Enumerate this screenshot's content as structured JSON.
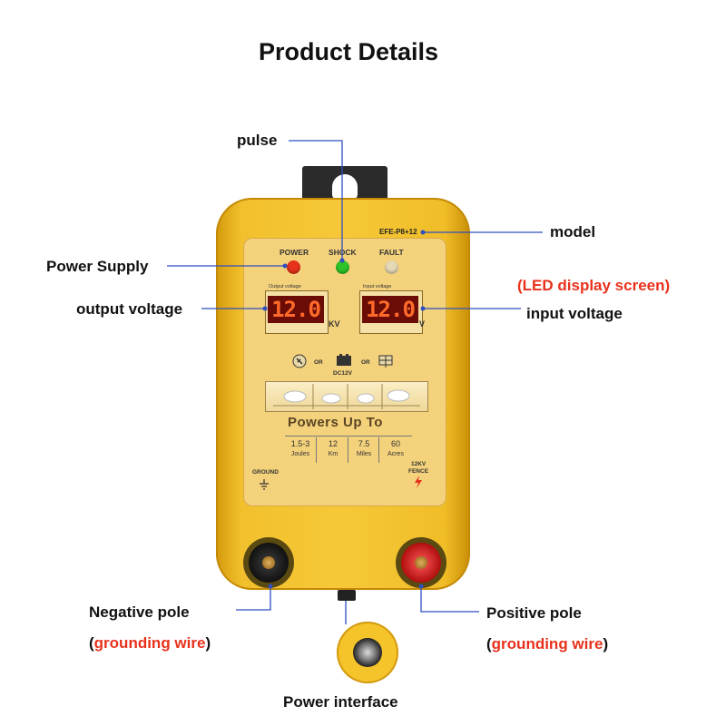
{
  "title": "Product Details",
  "callouts": {
    "pulse": "pulse",
    "model": "model",
    "power_supply": "Power Supply",
    "output_voltage": "output voltage",
    "led_display": "(LED display screen)",
    "input_voltage": "input voltage",
    "negative_pole": "Negative pole",
    "negative_sub_open": "(",
    "negative_sub": "grounding wire",
    "negative_sub_close": ")",
    "positive_pole": "Positive pole",
    "positive_sub_open": "(",
    "positive_sub": "grounding wire",
    "positive_sub_close": ")",
    "power_interface": "Power interface"
  },
  "device": {
    "model_label": "EFE-P8+12",
    "leds": [
      {
        "label": "POWER",
        "color": "#e8321c"
      },
      {
        "label": "SHOCK",
        "color": "#2fc42a"
      },
      {
        "label": "FAULT",
        "color": "#e6d9b5"
      }
    ],
    "output_caption": "Output voltage",
    "output_value": "12.0",
    "output_unit": "KV",
    "input_caption": "Input voltage",
    "input_value": "12.0",
    "input_unit": "V",
    "or1": "OR",
    "or2": "OR",
    "dc_label": "DC12V",
    "powers_up_to": "Powers Up To",
    "stats": [
      {
        "value": "1.5-3",
        "unit": "Joules"
      },
      {
        "value": "12",
        "unit": "Km"
      },
      {
        "value": "7.5",
        "unit": "Miles"
      },
      {
        "value": "60",
        "unit": "Acres"
      }
    ],
    "ground_label": "GROUND",
    "fence_kv": "12KV",
    "fence_label": "FENCE"
  },
  "colors": {
    "callout_line": "#2e4fbf",
    "accent_red": "#e8311b",
    "device_yellow": "#f6c838"
  }
}
